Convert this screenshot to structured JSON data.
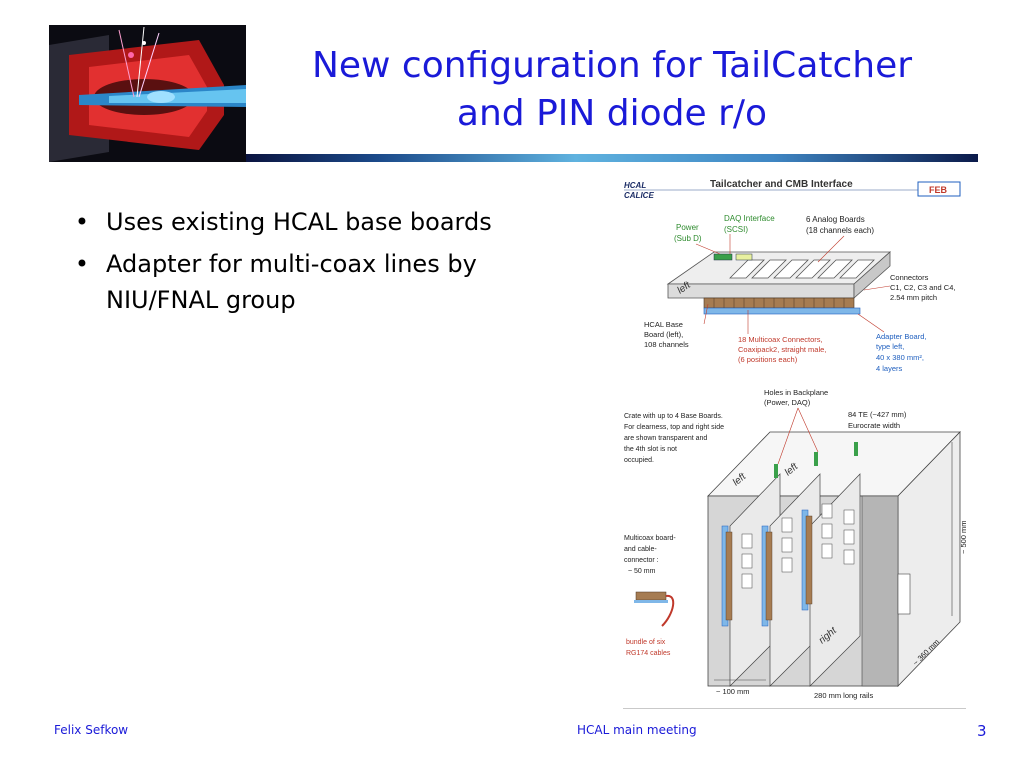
{
  "slide": {
    "title_line1": "New configuration for TailCatcher",
    "title_line2": "and PIN diode r/o",
    "bullets": [
      "Uses existing HCAL base boards",
      "Adapter for multi-coax lines by NIU/FNAL group"
    ]
  },
  "figure": {
    "header_hcal": "HCAL",
    "header_calice": "CALICE",
    "header_title": "Tailcatcher and CMB Interface",
    "header_feb": "FEB",
    "daq_interface_l1": "DAQ Interface",
    "daq_interface_l2": "(SCSI)",
    "power_l1": "Power",
    "power_l2": "(Sub D)",
    "analog_l1": "6 Analog Boards",
    "analog_l2": "(18 channels each)",
    "connectors_l1": "Connectors",
    "connectors_l2": "C1, C2, C3 and C4,",
    "connectors_l3": "2.54 mm pitch",
    "base_board_l1": "HCAL Base",
    "base_board_l2": "Board (left),",
    "base_board_l3": "108 channels",
    "multicoax_l1": "18 Multicoax Connectors,",
    "multicoax_l2": "Coaxipack2, straight male,",
    "multicoax_l3": "(6 positions each)",
    "adapter_l1": "Adapter Board,",
    "adapter_l2": "type left,",
    "adapter_l3": "40 x 380 mm²,",
    "adapter_l4": "4 layers",
    "board_left": "left",
    "holes_l1": "Holes in Backplane",
    "holes_l2": "(Power, DAQ)",
    "te_l1": "84 TE (~427 mm)",
    "te_l2": "Eurocrate width",
    "crate_l1": "Crate with up to 4 Base Boards.",
    "crate_l2": "For clearness, top and right side",
    "crate_l3": "are shown transparent and",
    "crate_l4": "the 4th slot is not",
    "crate_l5": "occupied.",
    "mcb_l1": "Multicoax board-",
    "mcb_l2": "and cable-",
    "mcb_l3": "connector :",
    "mcb_l4": "~ 50 mm",
    "bundle_l1": "bundle of six",
    "bundle_l2": "RG174 cables",
    "dim_500": "~ 500 mm",
    "dim_360": "~ 360 mm",
    "dim_100": "~ 100 mm",
    "dim_280": "280 mm long rails",
    "label_left": "left",
    "label_right": "right"
  },
  "footer": {
    "author": "Felix Sefkow",
    "meeting": "HCAL main meeting",
    "page": "3"
  },
  "colors": {
    "title": "#1a1ad8",
    "footer": "#1a1ad8",
    "annotation_red": "#c0392b",
    "annotation_green": "#2e8b2e",
    "annotation_blue": "#1f5fbf"
  }
}
